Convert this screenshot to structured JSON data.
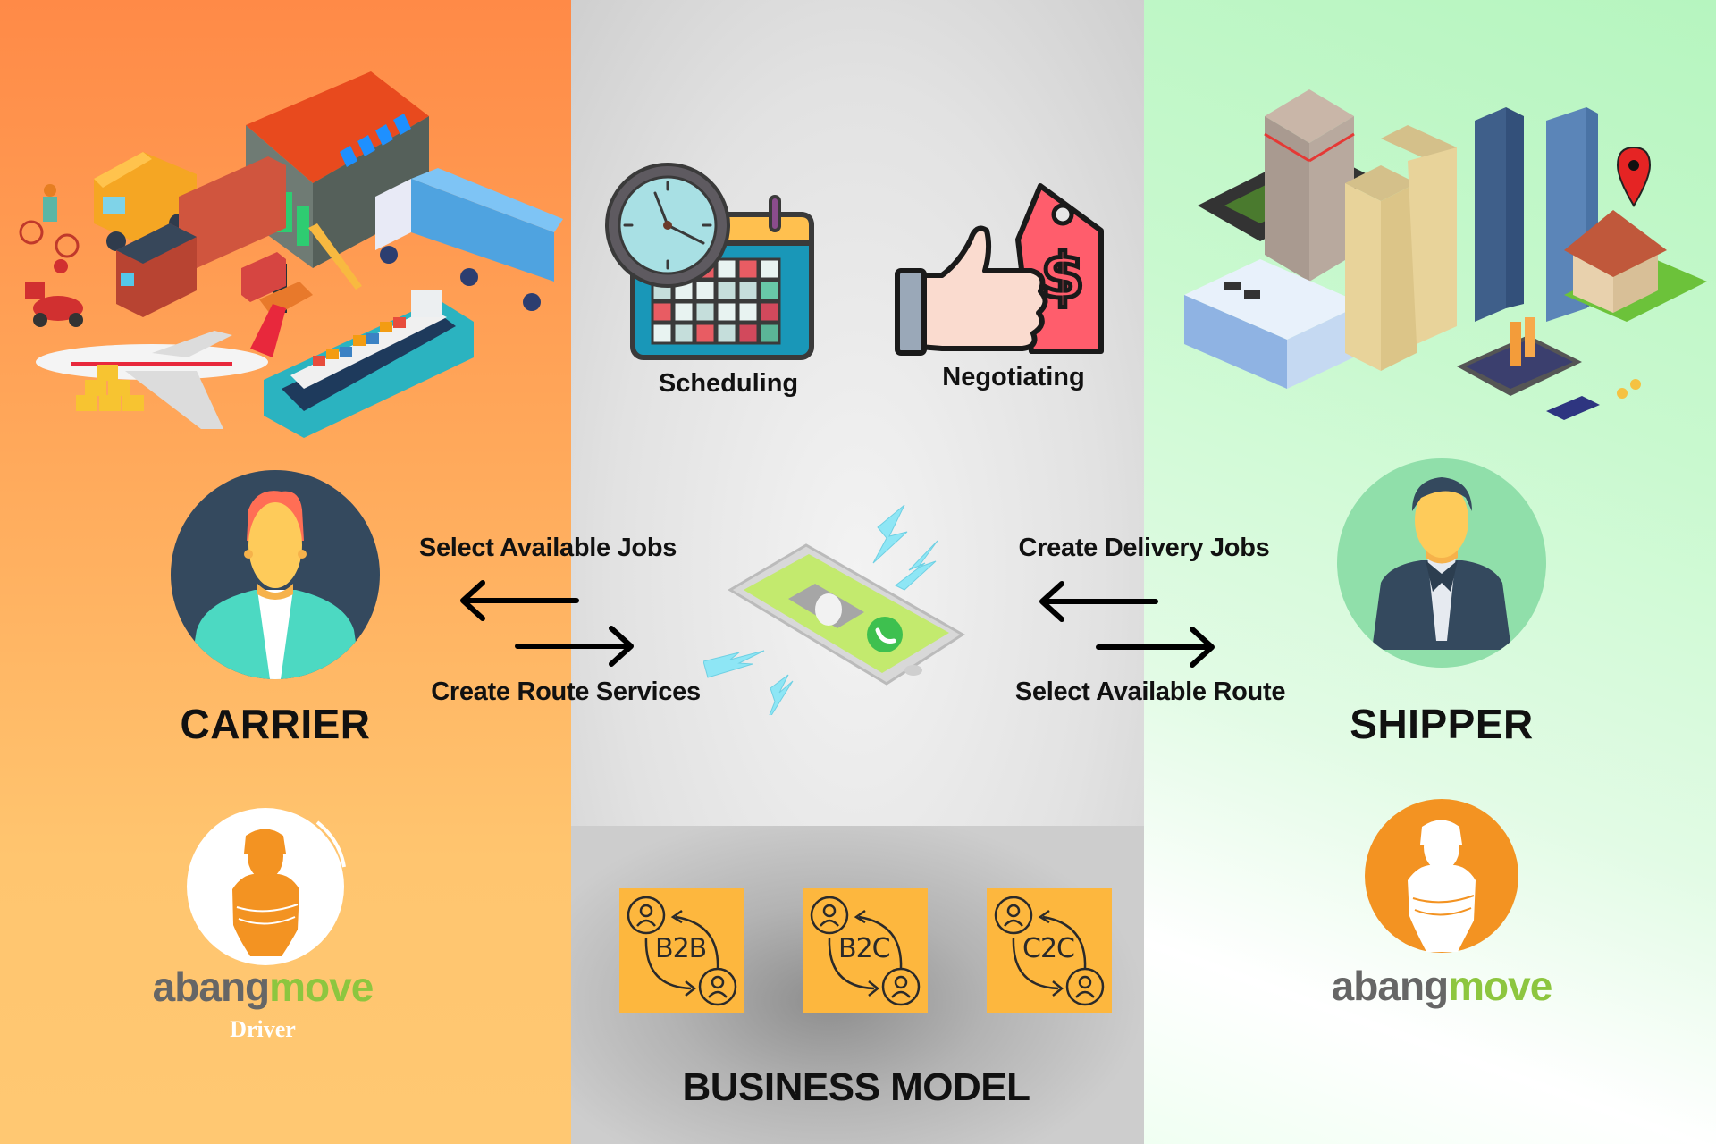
{
  "panels": {
    "carrier": {
      "role_title": "CARRIER",
      "illustration": "logistics-transport-icon",
      "avatar": "carrier-avatar-icon",
      "logo": {
        "brand_part1": "abang",
        "brand_part2": "move",
        "subtitle": "Driver"
      }
    },
    "center": {
      "features": [
        {
          "label": "Scheduling",
          "icon": "calendar-clock-icon"
        },
        {
          "label": "Negotiating",
          "icon": "thumbs-up-price-tag-icon"
        }
      ],
      "phone_icon": "smartphone-call-icon",
      "business_model": {
        "title": "BUSINESS MODEL",
        "models": [
          "B2B",
          "B2C",
          "C2C"
        ]
      }
    },
    "shipper": {
      "role_title": "SHIPPER",
      "illustration": "city-buildings-icon",
      "avatar": "shipper-avatar-icon",
      "logo": {
        "brand_part1": "abang",
        "brand_part2": "move"
      }
    }
  },
  "flows": {
    "carrier_side": {
      "top_label": "Select Available Jobs",
      "bottom_label": "Create Route Services"
    },
    "shipper_side": {
      "top_label": "Create Delivery Jobs",
      "bottom_label": "Select Available Route"
    }
  },
  "colors": {
    "carrier_bg": "#ff8a47",
    "shipper_bg": "#b6f5bf",
    "center_bg": "#e2e2e2",
    "brand_gray": "#666666",
    "brand_green": "#8dc63f",
    "brand_orange": "#f39322",
    "model_box": "#fdb73e"
  }
}
